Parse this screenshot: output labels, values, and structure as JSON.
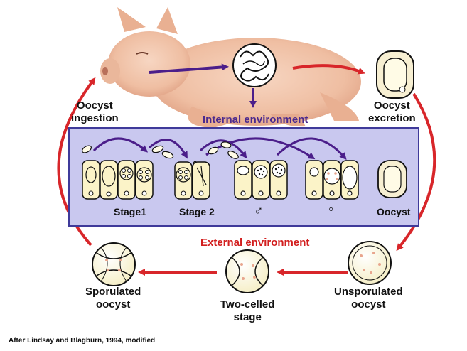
{
  "labels": {
    "ingestion_line1": "Oocyst",
    "ingestion_line2": "ingestion",
    "excretion_line1": "Oocyst",
    "excretion_line2": "excretion",
    "internal_env": "Internal environment",
    "external_env": "External environment",
    "sporulated_line1": "Sporulated",
    "sporulated_line2": "oocyst",
    "two_celled_line1": "Two-celled",
    "two_celled_line2": "stage",
    "unsporulated_line1": "Unsporulated",
    "unsporulated_line2": "oocyst"
  },
  "stages": {
    "stage1": "Stage1",
    "stage2": "Stage 2",
    "male": "♂",
    "female": "♀",
    "oocyst": "Oocyst"
  },
  "credit": "After Lindsay and Blagburn, 1994, modified",
  "colors": {
    "cycle_arrow": "#d8262a",
    "internal_arrow": "#4b1e8a",
    "box_fill": "#c9c8ef",
    "box_border": "#3f3a9a",
    "cell_fill": "#fbf3c8",
    "pig_skin": "#f2c3a6",
    "oocyst_dots": "#e8a58d"
  }
}
